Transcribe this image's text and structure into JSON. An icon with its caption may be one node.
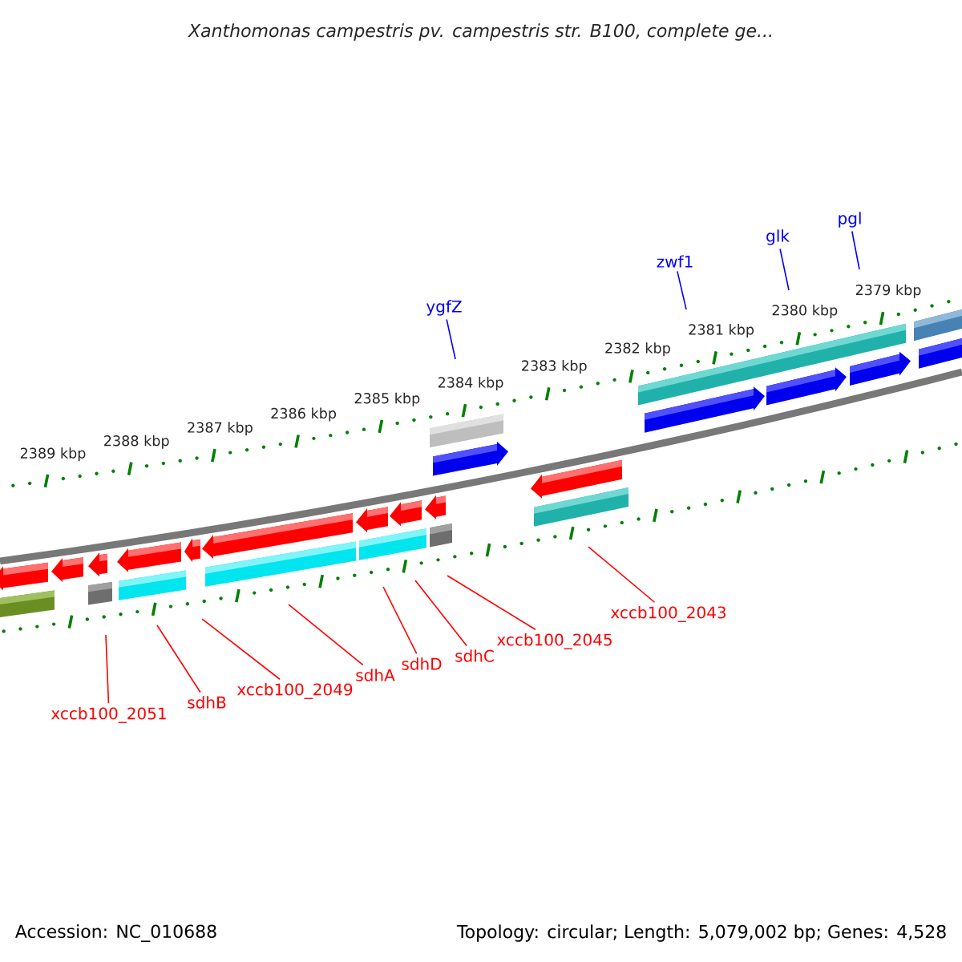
{
  "diagram": {
    "title": "Xanthomonas campestris pv. campestris str. B100, complete ge...",
    "nodes": [
      {
        "text": [
          "pgl"
        ]
      },
      {
        "text": [
          "glk"
        ]
      },
      {
        "text": [
          "zwf1"
        ]
      },
      {
        "text": [
          "ygfZ"
        ]
      },
      {
        "text": [
          "xccb100_2043"
        ]
      },
      {
        "text": [
          "xccb100_2045"
        ]
      },
      {
        "text": [
          "sdhC"
        ]
      },
      {
        "text": [
          "sdhD"
        ]
      },
      {
        "text": [
          "sdhA"
        ]
      },
      {
        "text": [
          "xccb100_2049"
        ]
      },
      {
        "text": [
          "sdhB"
        ]
      },
      {
        "text": [
          "xccb100_2051"
        ]
      }
    ],
    "edges": [
      {
        "from": 0,
        "to": null,
        "arrow": "none",
        "color": "#0000ff"
      },
      {
        "from": 1,
        "to": null,
        "arrow": "none",
        "color": "#0000ff"
      },
      {
        "from": 2,
        "to": null,
        "arrow": "none",
        "color": "#0000ff"
      },
      {
        "from": 3,
        "to": null,
        "arrow": "none",
        "color": "#0000ff"
      },
      {
        "from": 4,
        "to": null,
        "arrow": "none"
      },
      {
        "from": 5,
        "to": null,
        "arrow": "none"
      },
      {
        "from": 6,
        "to": null,
        "arrow": "none"
      },
      {
        "from": 7,
        "to": null,
        "arrow": "none"
      },
      {
        "from": 8,
        "to": null,
        "arrow": "none"
      },
      {
        "from": 9,
        "to": null,
        "arrow": "none"
      },
      {
        "from": 10,
        "to": null,
        "arrow": "none"
      },
      {
        "from": 11,
        "to": null,
        "arrow": "none"
      }
    ],
    "labels": [
      "2389 kbp",
      "2388 kbp",
      "2387 kbp",
      "2386 kbp",
      "2385 kbp",
      "2384 kbp",
      "2383 kbp",
      "2382 kbp",
      "2381 kbp",
      "2380 kbp",
      "2379 kbp",
      "Accession: NC_010688",
      "Topology: circular; Length: 5,079,002 bp; Genes: 4,528"
    ]
  }
}
